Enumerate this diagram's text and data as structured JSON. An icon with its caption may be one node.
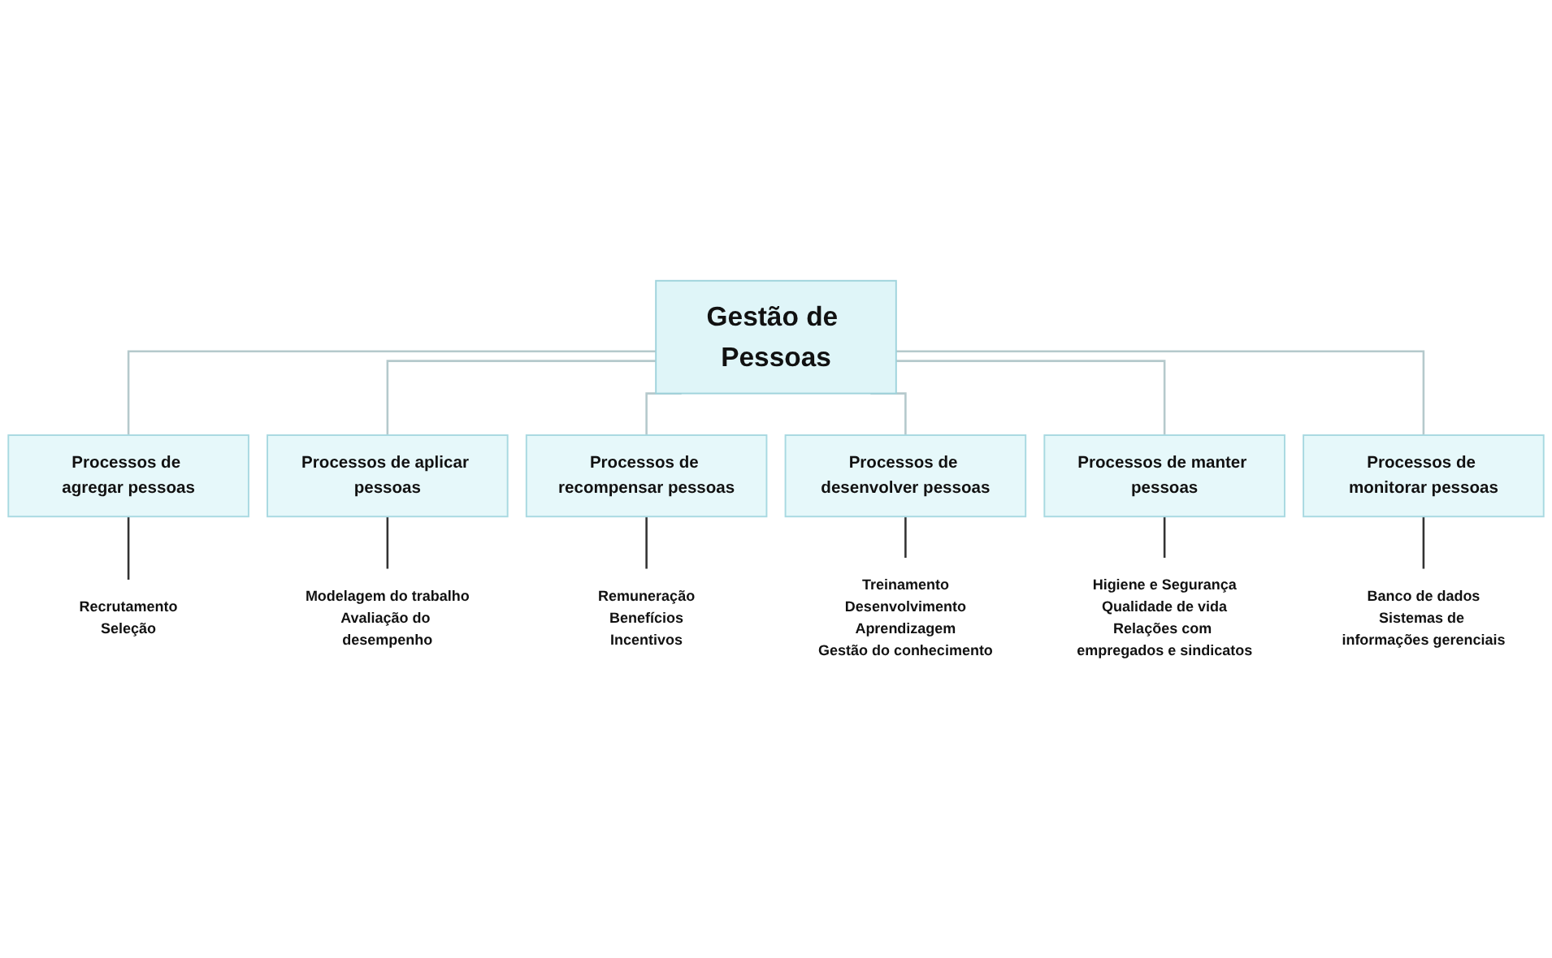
{
  "diagram": {
    "nodes": [
      {
        "text": [
          "Gestão de Pessoas"
        ]
      },
      {
        "text": [
          "Processos de agregar pessoas"
        ]
      },
      {
        "text": [
          "Processos de aplicar pessoas"
        ]
      },
      {
        "text": [
          "Processos de recompensar pessoas"
        ]
      },
      {
        "text": [
          "Processos de desenvolver pessoas"
        ]
      },
      {
        "text": [
          "Processos de manter pessoas"
        ]
      },
      {
        "text": [
          "Processos de monitorar pessoas"
        ]
      },
      {
        "text": [
          "Recrutamento",
          "Seleção"
        ]
      },
      {
        "text": [
          "Modelagem do trabalho",
          "Avaliação do desempenho"
        ]
      },
      {
        "text": [
          "Remuneração",
          "Benefícios",
          "Incentivos"
        ]
      },
      {
        "text": [
          "Treinamento",
          "Desenvolvimento",
          "Aprendizagem",
          "Gestão do conhecimento"
        ]
      },
      {
        "text": [
          "Higiene e Segurança",
          "Qualidade de vida",
          "Relações com empregados e sindicatos"
        ]
      },
      {
        "text": [
          "Banco de dados",
          "Sistemas de informações gerenciais"
        ]
      }
    ],
    "edges": [
      {
        "from": 0,
        "to": 1,
        "arrow": "none"
      },
      {
        "from": 0,
        "to": 2,
        "arrow": "none"
      },
      {
        "from": 0,
        "to": 3,
        "arrow": "none"
      },
      {
        "from": 0,
        "to": 4,
        "arrow": "none"
      },
      {
        "from": 0,
        "to": 5,
        "arrow": "none"
      },
      {
        "from": 0,
        "to": 6,
        "arrow": "none"
      },
      {
        "from": 1,
        "to": 7,
        "arrow": "none",
        "color": "#333333"
      },
      {
        "from": 2,
        "to": 8,
        "arrow": "none",
        "color": "#333333"
      },
      {
        "from": 3,
        "to": 9,
        "arrow": "none",
        "color": "#333333"
      },
      {
        "from": 4,
        "to": 10,
        "arrow": "none",
        "color": "#333333"
      },
      {
        "from": 5,
        "to": 11,
        "arrow": "none",
        "color": "#333333"
      },
      {
        "from": 6,
        "to": 12,
        "arrow": "none",
        "color": "#333333"
      }
    ]
  }
}
